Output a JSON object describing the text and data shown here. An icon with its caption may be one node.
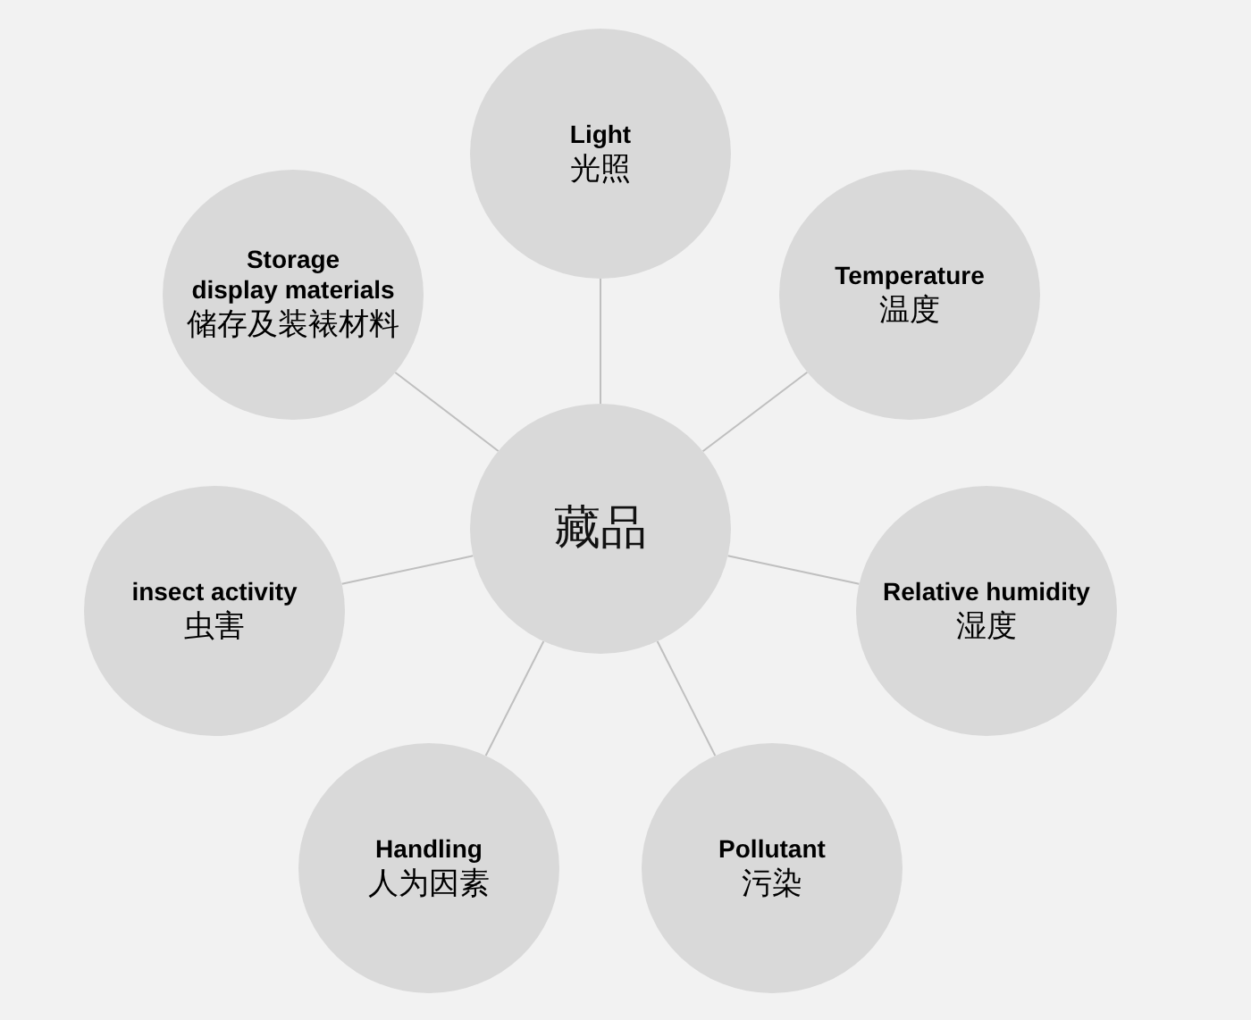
{
  "diagram": {
    "nodes": [
      {
        "text": [
          "藏品"
        ]
      },
      {
        "text": [
          "Light",
          "光照"
        ]
      },
      {
        "text": [
          "Temperature",
          "温度"
        ]
      },
      {
        "text": [
          "Relative humidity",
          "湿度"
        ]
      },
      {
        "text": [
          "Pollutant",
          "污染"
        ]
      },
      {
        "text": [
          "Handling",
          "人为因素"
        ]
      },
      {
        "text": [
          "insect activity",
          "虫害"
        ]
      },
      {
        "text": [
          "Storage display materials",
          "储存及装裱材料"
        ]
      }
    ],
    "edges": [
      {
        "from": 0,
        "to": 1,
        "arrow": "none"
      },
      {
        "from": 0,
        "to": 2,
        "arrow": "none"
      },
      {
        "from": 0,
        "to": 3,
        "arrow": "none"
      },
      {
        "from": 0,
        "to": 4,
        "arrow": "none"
      },
      {
        "from": 0,
        "to": 5,
        "arrow": "none"
      },
      {
        "from": 0,
        "to": 6,
        "arrow": "none"
      },
      {
        "from": 0,
        "to": 7,
        "arrow": "none"
      }
    ]
  }
}
